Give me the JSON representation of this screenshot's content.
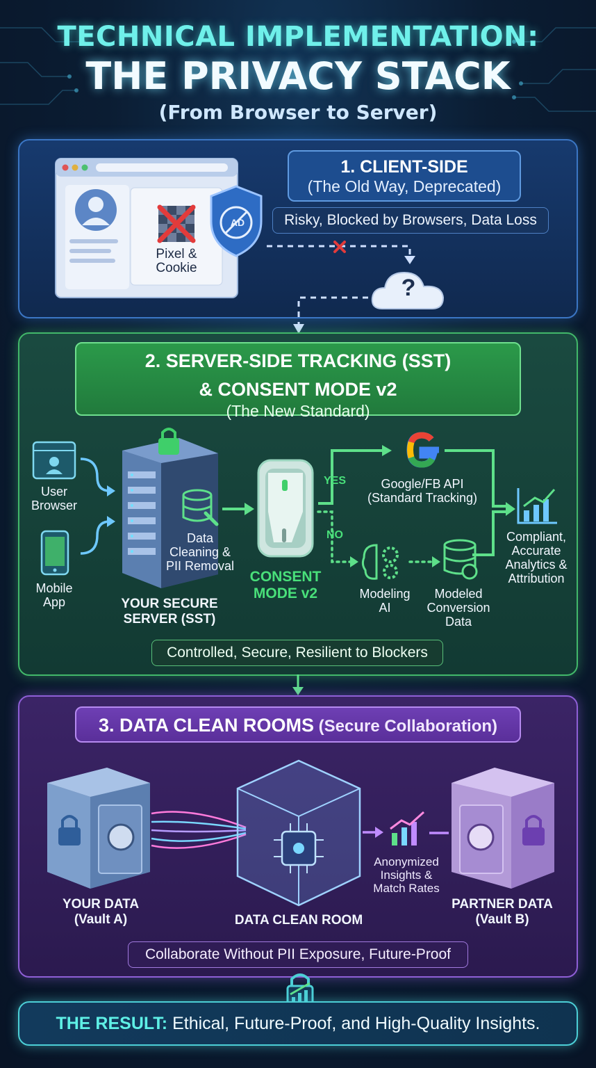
{
  "header": {
    "line1": "TECHNICAL IMPLEMENTATION:",
    "line2": "THE PRIVACY STACK",
    "line3": "(From Browser to Server)"
  },
  "section1": {
    "title": "1. CLIENT-SIDE",
    "subtitle": "(The Old Way, Deprecated)",
    "tagline": "Risky, Blocked by Browsers, Data Loss",
    "pixel_label_1": "Pixel &",
    "pixel_label_2": "Cookie",
    "shield_text": "AD",
    "cloud_text": "?"
  },
  "section2": {
    "title_1": "2. SERVER-SIDE TRACKING (SST)",
    "title_2": "& CONSENT MODE v2",
    "subtitle": "(The New Standard)",
    "user_browser": [
      "User",
      "Browser"
    ],
    "mobile_app": [
      "Mobile",
      "App"
    ],
    "data_cleaning": [
      "Data",
      "Cleaning &",
      "PII Removal"
    ],
    "server": [
      "YOUR SECURE",
      "SERVER (SST)"
    ],
    "consent": [
      "CONSENT",
      "MODE v2"
    ],
    "yes": "YES",
    "no": "NO",
    "google_api": [
      "Google/FB API",
      "(Standard Tracking)"
    ],
    "modeling_ai": [
      "Modeling",
      "AI"
    ],
    "modeled_data": [
      "Modeled",
      "Conversion",
      "Data"
    ],
    "compliant": [
      "Compliant,",
      "Accurate",
      "Analytics &",
      "Attribution"
    ],
    "tagline": "Controlled, Secure, Resilient to Blockers"
  },
  "section3": {
    "title_bold": "3. DATA CLEAN ROOMS",
    "title_rest": " (Secure Collaboration)",
    "your_data": [
      "YOUR DATA",
      "(Vault A)"
    ],
    "clean_room": "DATA CLEAN ROOM",
    "insights": [
      "Anonymized",
      "Insights &",
      "Match Rates"
    ],
    "partner_data": [
      "PARTNER DATA",
      "(Vault B)"
    ],
    "tagline": "Collaborate Without PII Exposure, Future-Proof"
  },
  "result": {
    "key": "THE RESULT:",
    "value": " Ethical, Future-Proof, and High-Quality Insights."
  },
  "colors": {
    "cyan": "#6ff0ea",
    "blue_panel": "#173a6e",
    "green_panel": "#1a4a40",
    "purple_panel": "#3b2466",
    "accent_green": "#49e07a"
  }
}
